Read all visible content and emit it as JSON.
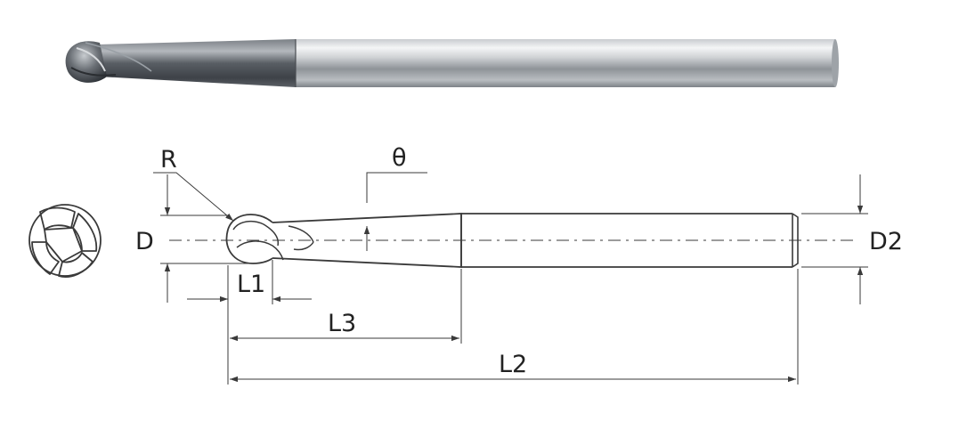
{
  "labels": {
    "radius": "R",
    "angle": "θ",
    "diameter": "D",
    "shank_diameter": "D2",
    "flute_length": "L1",
    "neck_length": "L3",
    "overall_length": "L2"
  },
  "colors": {
    "line": "#3a3a3a",
    "tool_light": "#e8eaec",
    "tool_mid": "#a9aeb3",
    "tool_dark": "#5b6066",
    "coating_dark": "#3e4248",
    "background": "#ffffff"
  }
}
